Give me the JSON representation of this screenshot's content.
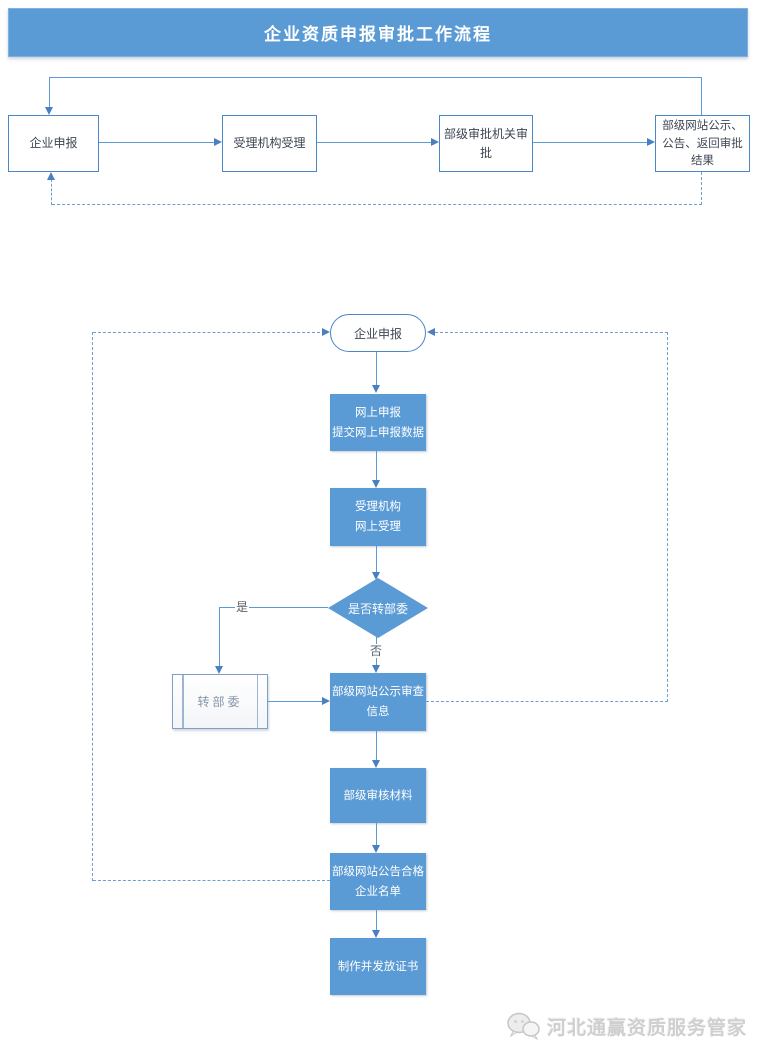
{
  "title": "企业资质申报审批工作流程",
  "top_flow": {
    "boxes": [
      {
        "label": "企业申报"
      },
      {
        "label": "受理机构受理"
      },
      {
        "label": "部级审批机关审批"
      },
      {
        "label": "部级网站公示、公告、返回审批结果"
      }
    ]
  },
  "detail_flow": {
    "start_label": "企业申报",
    "online_apply": "网上申报\n提交网上申报数据",
    "accept": "受理机构\n网上受理",
    "decision": "是否转部委",
    "yes_label": "是",
    "no_label": "否",
    "transfer": "转部委",
    "publicity": "部级网站公示审查\n信息",
    "review": "部级审核材料",
    "announce": "部级网站公告合格\n企业名单",
    "certificate": "制作并发放证书"
  },
  "watermark": {
    "text": "河北通赢资质服务管家",
    "icon": "wechat-icon"
  },
  "colors": {
    "primary_blue": "#5b9bd5",
    "line_blue": "#6b9fd4",
    "arrow_blue": "#4a80c2",
    "box_border_blue": "#4a86c8",
    "dark_text": "#3d4653",
    "watermark_gray": "#cfcfcf"
  }
}
